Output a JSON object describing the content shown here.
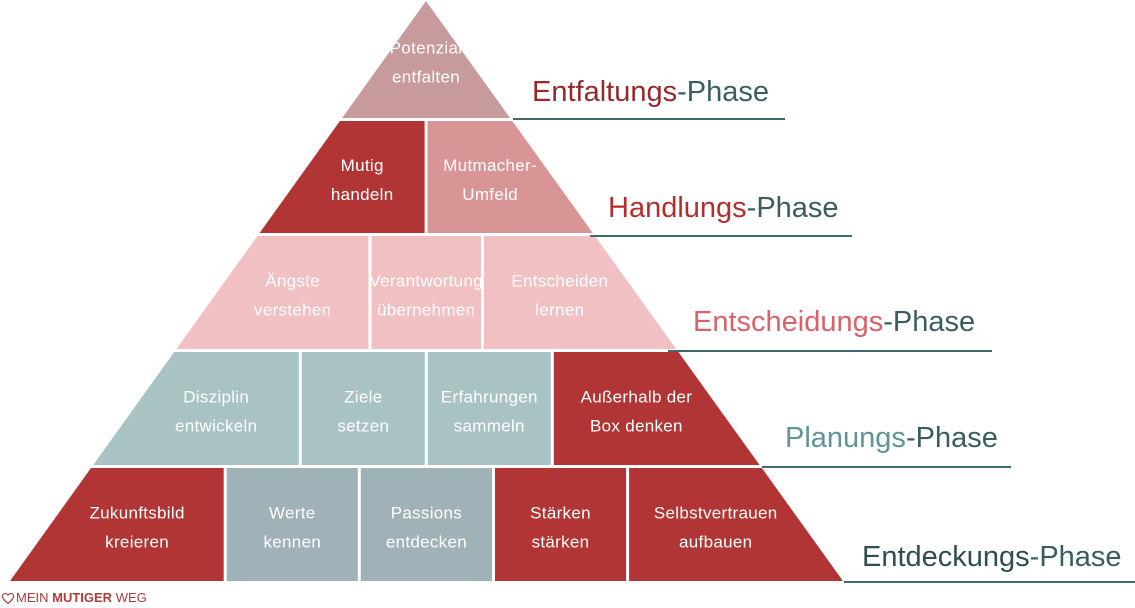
{
  "colors": {
    "dark_red": "#b23535",
    "medium_red": "#d99595",
    "light_pink": "#f0c0c3",
    "gray_teal": "#a9c3c4",
    "gray_blue": "#9fb2b8",
    "top_mauve": "#c79b9b",
    "teal_text": "#3a5e5f"
  },
  "levels": [
    {
      "phase_word": "Entfaltungs",
      "phase_suffix": "-Phase",
      "phase_color": "#962a2a",
      "cells": [
        {
          "lines": [
            "Potenzial",
            "entfalten"
          ],
          "color": "#c79b9b"
        }
      ]
    },
    {
      "phase_word": "Handlungs",
      "phase_suffix": "-Phase",
      "phase_color": "#b52e2e",
      "cells": [
        {
          "lines": [
            "Mutig",
            "handeln"
          ],
          "color": "#b23535"
        },
        {
          "lines": [
            "Mutmacher-",
            "Umfeld"
          ],
          "color": "#d99595"
        }
      ]
    },
    {
      "phase_word": "Entscheidungs",
      "phase_suffix": "-Phase",
      "phase_color": "#d9626b",
      "cells": [
        {
          "lines": [
            "Ängste",
            "verstehen"
          ],
          "color": "#f0c0c3"
        },
        {
          "lines": [
            "Verantwortung",
            "übernehmen"
          ],
          "color": "#f0c0c3"
        },
        {
          "lines": [
            "Entscheiden",
            "lernen"
          ],
          "color": "#f0c0c3"
        }
      ]
    },
    {
      "phase_word": "Planungs",
      "phase_suffix": "-Phase",
      "phase_color": "#5f9596",
      "cells": [
        {
          "lines": [
            "Disziplin",
            "entwickeln"
          ],
          "color": "#a9c3c4"
        },
        {
          "lines": [
            "Ziele",
            "setzen"
          ],
          "color": "#a9c3c4"
        },
        {
          "lines": [
            "Erfahrungen",
            "sammeln"
          ],
          "color": "#a9c3c4"
        },
        {
          "lines": [
            "Außerhalb der",
            "Box denken"
          ],
          "color": "#b23535"
        }
      ]
    },
    {
      "phase_word": "Entdeckungs",
      "phase_suffix": "-Phase",
      "phase_color": "#2f4d4f",
      "cells": [
        {
          "lines": [
            "Zukunftsbild",
            "kreieren"
          ],
          "color": "#b23535"
        },
        {
          "lines": [
            "Werte",
            "kennen"
          ],
          "color": "#9fb2b8"
        },
        {
          "lines": [
            "Passions",
            "entdecken"
          ],
          "color": "#9fb2b8"
        },
        {
          "lines": [
            "Stärken",
            "stärken"
          ],
          "color": "#b23535"
        },
        {
          "lines": [
            "Selbstvertrauen",
            "aufbauen"
          ],
          "color": "#b23535"
        }
      ]
    }
  ],
  "brand": {
    "prefix": "MEIN ",
    "strong": "MUTIGER",
    "suffix": " WEG",
    "heart_icon": "heart-icon"
  }
}
